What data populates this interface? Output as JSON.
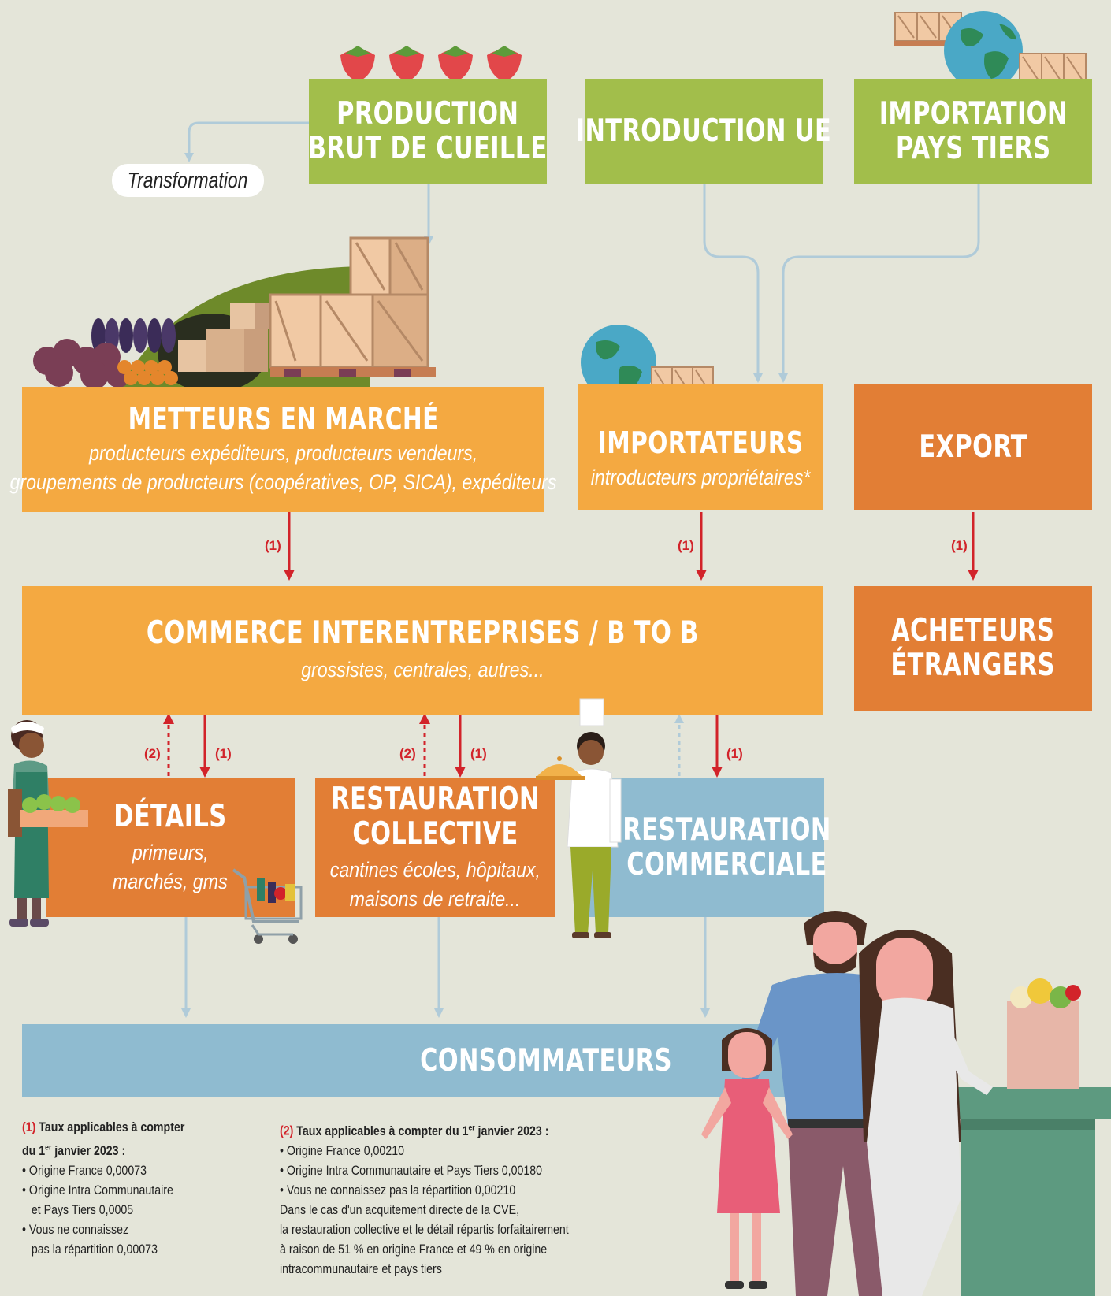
{
  "transformation_label": "Transformation",
  "nodes": {
    "production": {
      "line1": "PRODUCTION",
      "line2": "BRUT DE CUEILLE"
    },
    "introduction_ue": {
      "title": "INTRODUCTION UE"
    },
    "importation": {
      "line1": "IMPORTATION",
      "line2": "PAYS TIERS"
    },
    "metteurs": {
      "title": "METTEURS EN MARCHÉ",
      "sub1": "producteurs expéditeurs, producteurs vendeurs,",
      "sub2": "groupements de producteurs (coopératives, OP, SICA), expéditeurs"
    },
    "importateurs": {
      "title": "IMPORTATEURS",
      "sub": "introducteurs propriétaires*"
    },
    "export": {
      "title": "EXPORT"
    },
    "commerce": {
      "title": "COMMERCE INTERENTREPRISES / B TO B",
      "sub": "grossistes, centrales, autres..."
    },
    "acheteurs": {
      "line1": "ACHETEURS",
      "line2": "ÉTRANGERS"
    },
    "details": {
      "title": "DÉTAILS",
      "sub1": "primeurs,",
      "sub2": "marchés, gms"
    },
    "resto_collective": {
      "line1": "RESTAURATION",
      "line2": "COLLECTIVE",
      "sub1": "cantines écoles, hôpitaux,",
      "sub2": "maisons de retraite..."
    },
    "resto_commerciale": {
      "line1": "RESTAURATION",
      "line2": "COMMERCIALE"
    },
    "consommateurs": {
      "title": "CONSOMMATEURS"
    }
  },
  "arrow_labels": {
    "one": "(1)",
    "two": "(2)"
  },
  "notes": {
    "n1": {
      "marker": "(1)",
      "heading_a": "Taux applicables à compter",
      "heading_b": "du 1",
      "heading_sup": "er",
      "heading_c": " janvier 2023 :",
      "items": [
        "• Origine France 0,00073",
        "• Origine Intra Communautaire",
        "   et Pays Tiers 0,0005",
        "• Vous ne connaissez",
        "   pas la répartition 0,00073"
      ]
    },
    "n2": {
      "marker": "(2)",
      "heading_a": "Taux applicables à compter du 1",
      "heading_sup": "er",
      "heading_c": " janvier 2023 :",
      "items": [
        "• Origine France 0,00210",
        "• Origine Intra Communautaire et Pays Tiers 0,00180",
        "• Vous ne connaissez pas la répartition 0,00210",
        "Dans le cas d'un acquitement directe de la CVE,",
        "la restauration collective et le détail répartis forfaitairement",
        "à raison de 51 % en origine France et 49 % en origine",
        "intracommunautaire et pays tiers"
      ]
    }
  },
  "colors": {
    "green": "#a2be4b",
    "orange": "#f4a941",
    "dark_orange": "#e27e35",
    "blue": "#8fbbd0",
    "red_arrow": "#d2232a",
    "light_arrow": "#b0cbd9",
    "background": "#e4e5d9"
  },
  "icons": [
    "strawberry-icon",
    "globe-icon",
    "crate-icon",
    "shopping-cart-icon",
    "people-illustration",
    "chef-illustration",
    "grocer-illustration"
  ]
}
